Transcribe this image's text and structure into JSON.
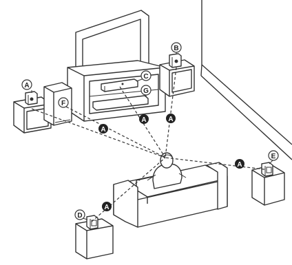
{
  "labels": {
    "A": "A",
    "B": "B",
    "C": "C",
    "D": "D",
    "E": "E",
    "F": "F",
    "G": "G"
  },
  "colors": {
    "line": "#333333",
    "background": "#ffffff",
    "distance_marker_fill": "#222222"
  },
  "icons": {
    "distance_marker": "filled-circle-letter",
    "device_marker": "outlined-circle-letter"
  }
}
